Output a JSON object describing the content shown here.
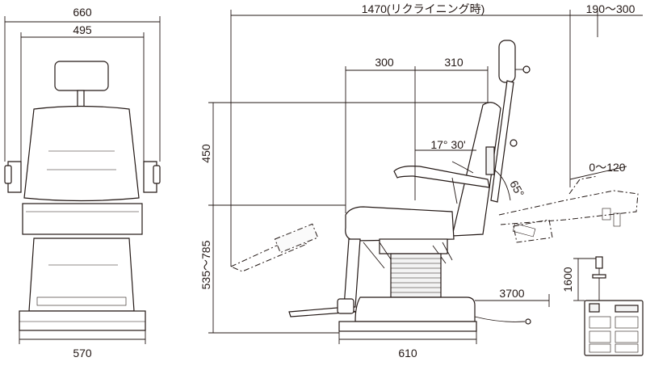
{
  "labels": {
    "front_total_width": "660",
    "front_inner_width": "495",
    "front_base_width": "570",
    "overall_length": "1470(リクライニング時)",
    "headrest_range": "190〜300",
    "backrest_offset_a": "300",
    "backrest_offset_b": "310",
    "back_height": "450",
    "seat_height_range": "535〜785",
    "side_base_width": "610",
    "recline_angle": "17° 30'",
    "recline_arc": "65°",
    "legrest_range": "0〜120",
    "cable_length": "3700",
    "controller_height": "1600"
  },
  "colors": {
    "line": "#231815",
    "fill": "#ffffff"
  }
}
